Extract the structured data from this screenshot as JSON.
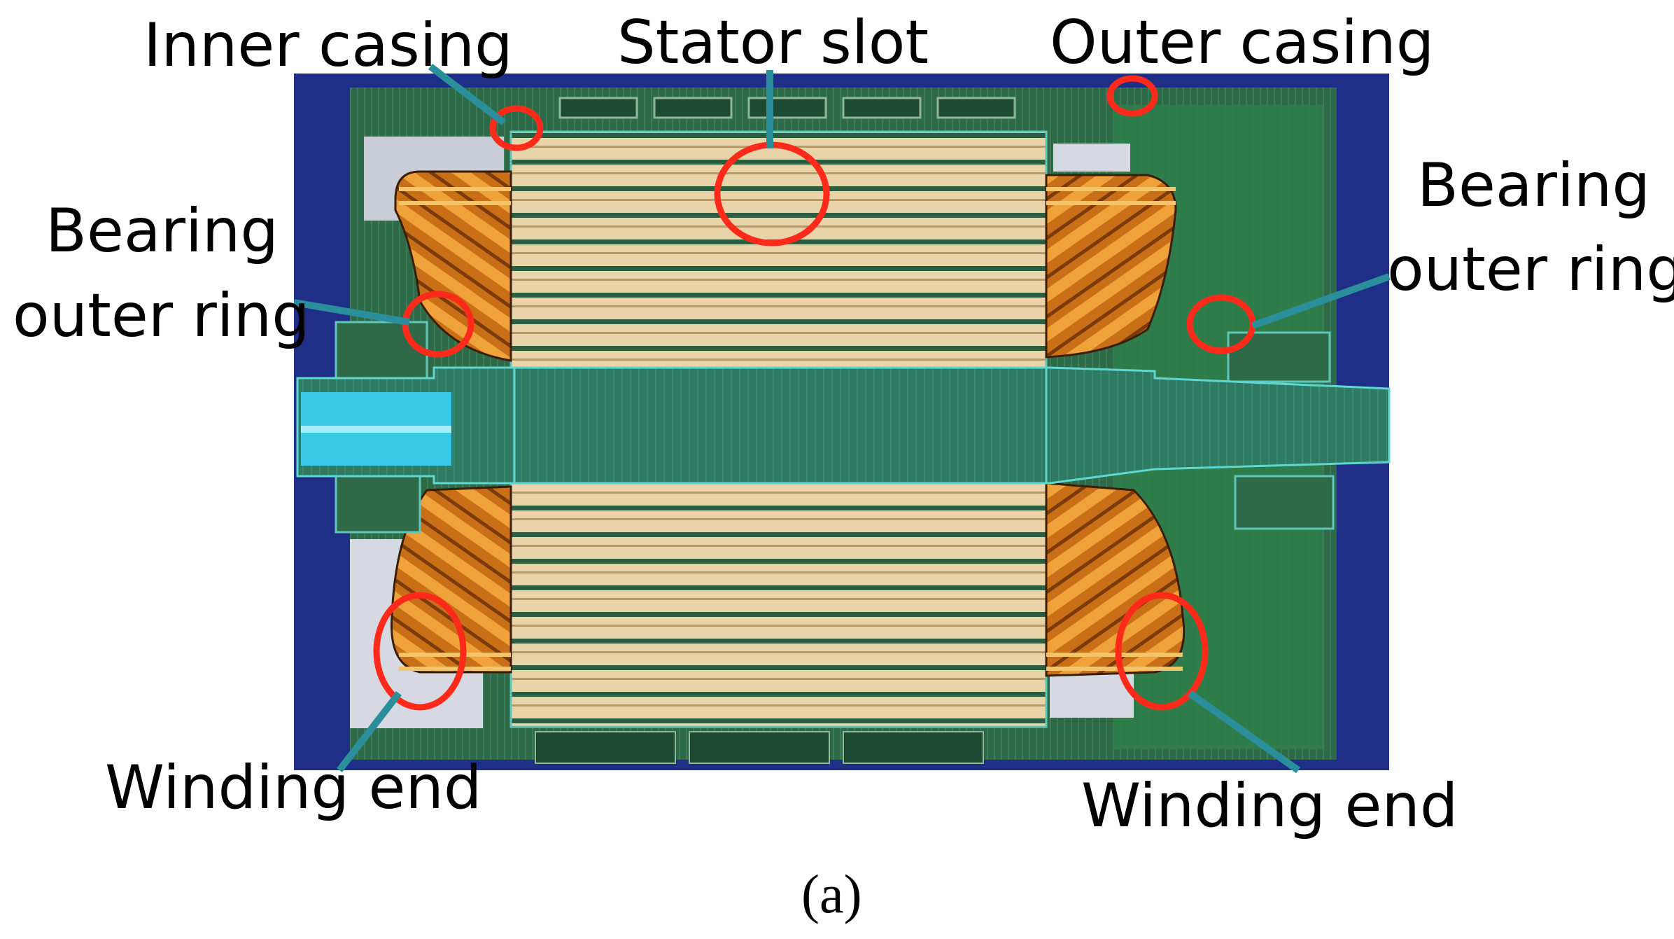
{
  "figure": {
    "caption": "(a)",
    "labels": {
      "inner_casing": "Inner casing",
      "stator_slot": "Stator slot",
      "outer_casing": "Outer casing",
      "bearing_left_1": "Bearing",
      "bearing_left_2": "outer ring",
      "bearing_right_1": "Bearing",
      "bearing_right_2": "outer ring",
      "winding_end_left": "Winding end",
      "winding_end_right": "Winding end"
    },
    "colors": {
      "background_blue": "#1f2f88",
      "housing_green": "#2f6a48",
      "stator_beige": "#e9d3a8",
      "shaft_teal": "#2e7a63",
      "winding_orange": "#d9821e",
      "marker_red": "#ff2a1a",
      "leader_teal": "#2a8f9a",
      "shaft_cyan": "#39c9e6"
    }
  }
}
